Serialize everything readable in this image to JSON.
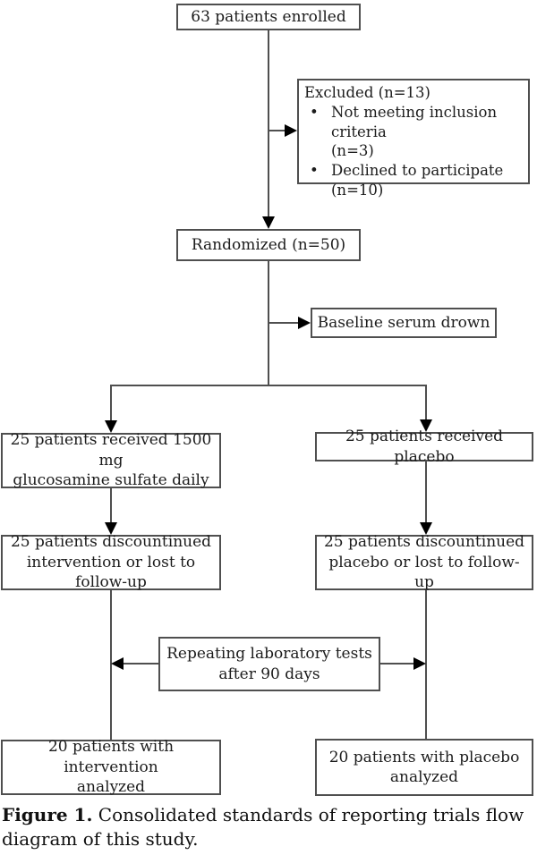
{
  "flowchart": {
    "enrolled": "63 patients enrolled",
    "excluded": {
      "title": "Excluded (n=13)",
      "bullet_char": "•",
      "items": [
        "Not meeting inclusion criteria\n(n=3)",
        "Declined to participate\n(n=10)"
      ]
    },
    "randomized": "Randomized (n=50)",
    "baseline": "Baseline serum drown",
    "received_intervention": "25 patients received 1500 mg\nglucosamine sulfate daily",
    "received_placebo": "25 patients received placebo",
    "discontinued_intervention": "25 patients discountinued\nintervention or lost to follow-up",
    "discontinued_placebo": "25 patients discountinued\nplacebo or lost to follow-up",
    "repeat_tests": "Repeating laboratory tests\nafter 90 days",
    "analyzed_intervention": "20 patients with intervention\nanalyzed",
    "analyzed_placebo": "20 patients with placebo\nanalyzed"
  },
  "caption": {
    "label": "Figure 1.",
    "text": " Consolidated standards of reporting trials flow diagram of this study."
  },
  "colors": {
    "background": "#ffffff",
    "box_border": "#4f4f4f",
    "connector_line": "#4f4f4f",
    "arrowhead": "#000000",
    "text": "#1c1c1c"
  }
}
